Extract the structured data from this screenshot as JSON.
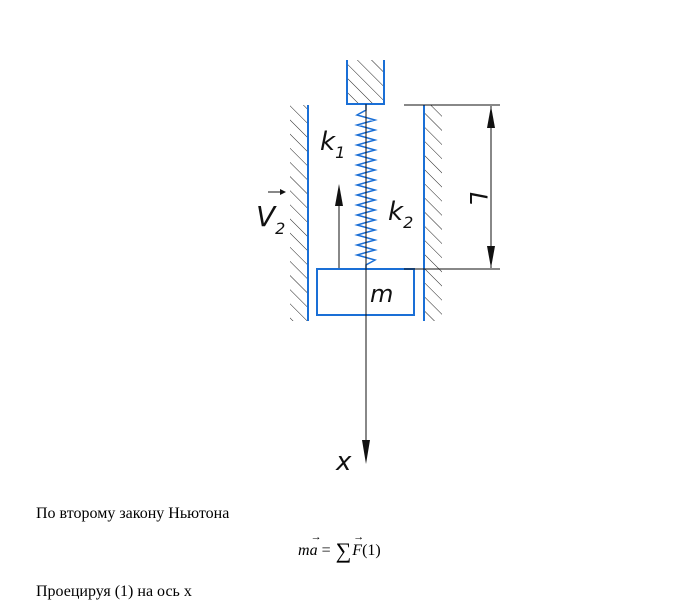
{
  "figure": {
    "label_k1": "k",
    "label_k1_sub": "1",
    "label_k2": "k",
    "label_k2_sub": "2",
    "label_v": "V",
    "label_v_sub": "2",
    "label_mass": "m",
    "label_length": "L",
    "label_axis": "x"
  },
  "text": {
    "line1": "По второму закону Ньютона",
    "line2": "Проецируя (1) на ось x"
  },
  "formula": {
    "m": "m",
    "a": "a",
    "eq": " = ",
    "sum": "∑",
    "F": "F",
    "num": "(1)"
  }
}
